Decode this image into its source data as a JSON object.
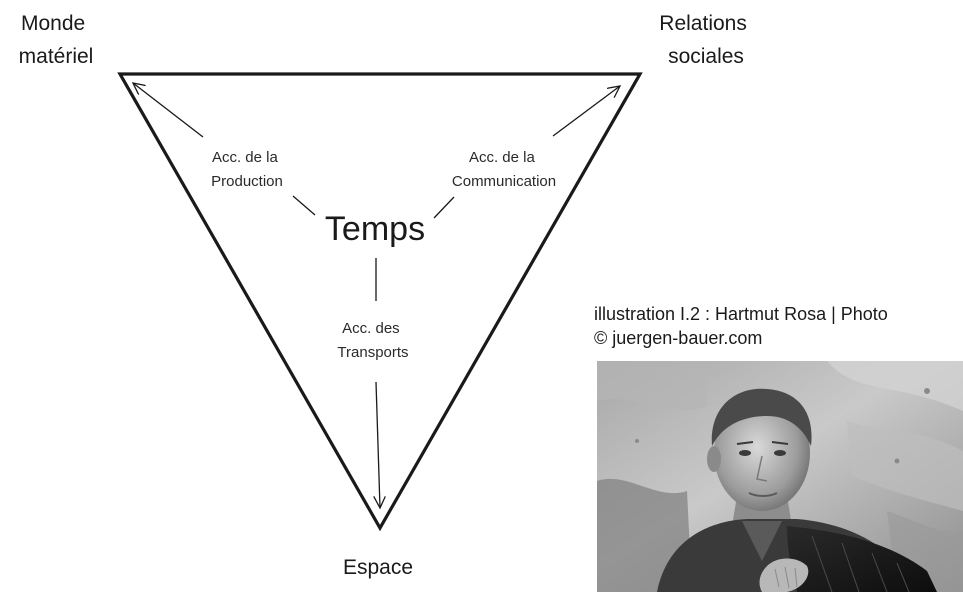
{
  "diagram": {
    "corners": {
      "top_left": [
        "Monde",
        "matériel"
      ],
      "top_right": [
        "Relations",
        "sociales"
      ],
      "bottom": "Espace"
    },
    "center": "Temps",
    "accelerations": {
      "production": [
        "Acc. de la",
        "Production"
      ],
      "communication": [
        "Acc. de la",
        "Communication"
      ],
      "transports": [
        "Acc. des",
        "Transports"
      ]
    }
  },
  "caption": {
    "line1": "illustration I.2 : Hartmut Rosa | Photo",
    "line2": "© juergen-bauer.com"
  },
  "photo": {
    "subject": "portrait-photo-hartmut-rosa",
    "tone": "black-and-white"
  }
}
